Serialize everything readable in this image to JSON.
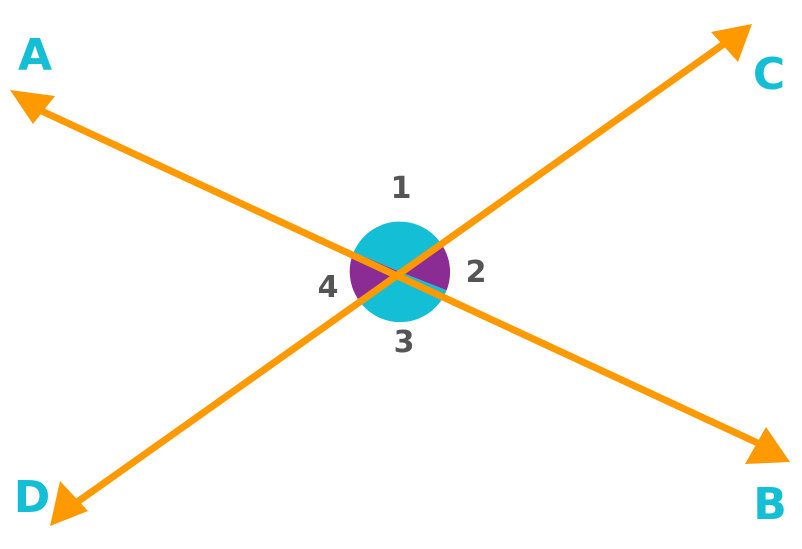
{
  "colors": {
    "line": "#FF9900",
    "endpoint_label": "#14BFD6",
    "angle_label": "#555555",
    "vertical_angles_1_3": "#14BFD6",
    "vertical_angles_2_4": "#8B2C95",
    "background": "#FFFFFF"
  },
  "lines": [
    {
      "name": "line-AB",
      "from": "A",
      "to": "B"
    },
    {
      "name": "line-CD",
      "from": "C",
      "to": "D"
    }
  ],
  "endpoints": {
    "A": "A",
    "B": "B",
    "C": "C",
    "D": "D"
  },
  "angles": {
    "a1": "1",
    "a2": "2",
    "a3": "3",
    "a4": "4"
  }
}
